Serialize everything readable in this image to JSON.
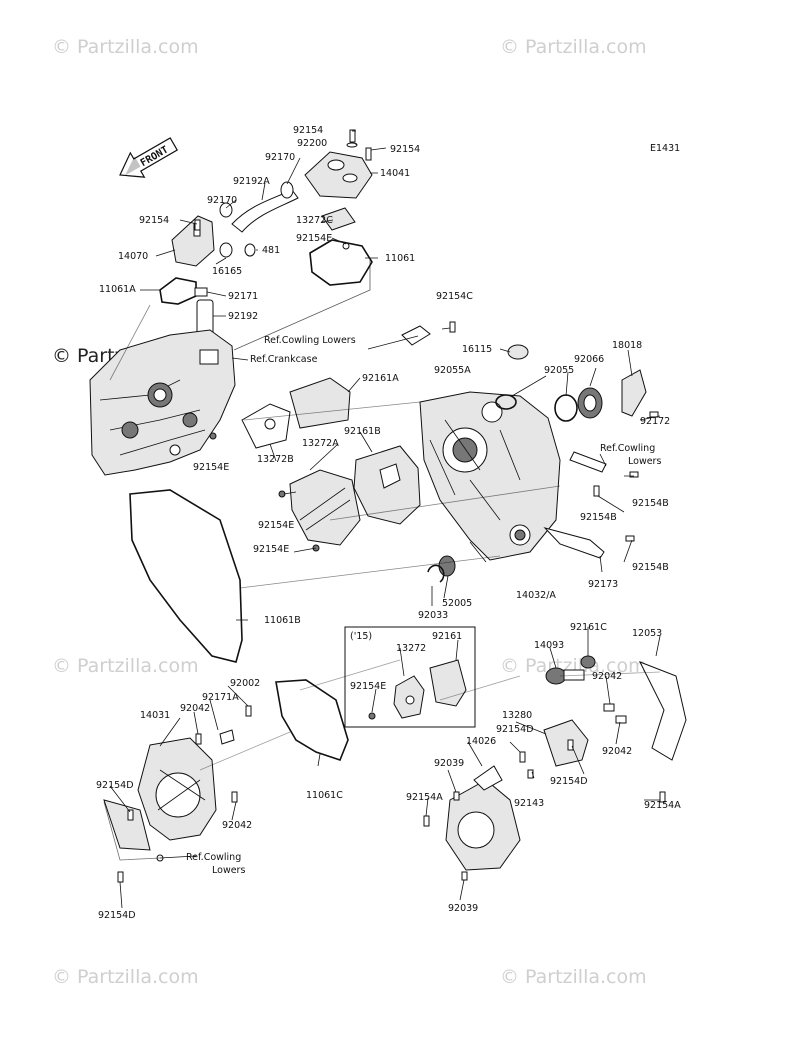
{
  "diagram": {
    "code": "E1431",
    "watermarks": [
      "© Partzilla.com",
      "© Partzilla.com",
      "© Partzilla.com",
      "© Partzilla.com",
      "© Partzilla.com",
      "© Partzilla.com",
      "© Partzilla.com"
    ],
    "front_arrow": "FRONT",
    "year_note": "('15)",
    "labels": {
      "p92154_a": "92154",
      "p92200": "92200",
      "p92154_b": "92154",
      "p92170_a": "92170",
      "p14041": "14041",
      "p92192A": "92192A",
      "p92170_b": "92170",
      "p92154_c": "92154",
      "p13272C": "13272C",
      "p92154E_a": "92154E",
      "p481": "481",
      "p14070": "14070",
      "p16165": "16165",
      "p11061": "11061",
      "p11061A": "11061A",
      "p92171": "92171",
      "p92192": "92192",
      "p92154C": "92154C",
      "ref_cowling_1": "Ref.Cowling Lowers",
      "p16115": "16115",
      "p18018": "18018",
      "ref_crankcase": "Ref.Crankcase",
      "p92066": "92066",
      "p92055A": "92055A",
      "p92055": "92055",
      "p92161A": "92161A",
      "p92172": "92172",
      "p92161B": "92161B",
      "ref_cowling_2a": "Ref.Cowling",
      "ref_cowling_2b": "Lowers",
      "p13272A": "13272A",
      "p92154E_b": "92154E",
      "p13272B": "13272B",
      "p92154B_a": "92154B",
      "p92154E_c": "92154E",
      "p92154B_b": "92154B",
      "p92154E_d": "92154E",
      "p92154B_c": "92154B",
      "p92173": "92173",
      "p14032A": "14032/A",
      "p52005": "52005",
      "p92033": "92033",
      "p11061B": "11061B",
      "p92161": "92161",
      "p13272": "13272",
      "p92161C": "92161C",
      "p12053": "12053",
      "p14093": "14093",
      "p92154E_e": "92154E",
      "p92042_a": "92042",
      "p92002": "92002",
      "p92171A": "92171A",
      "p14031": "14031",
      "p92042_b": "92042",
      "p13280": "13280",
      "p92154D_a": "92154D",
      "p92042_c": "92042",
      "p14026": "14026",
      "p92039_a": "92039",
      "p92154D_b": "92154D",
      "p92143": "92143",
      "p92154D_c": "92154D",
      "p92154A_a": "92154A",
      "p92154A_b": "92154A",
      "p11061C": "11061C",
      "p92042_d": "92042",
      "ref_cowling_3a": "Ref.Cowling",
      "ref_cowling_3b": "Lowers",
      "p92154D_d": "92154D",
      "p92039_b": "92039"
    }
  }
}
